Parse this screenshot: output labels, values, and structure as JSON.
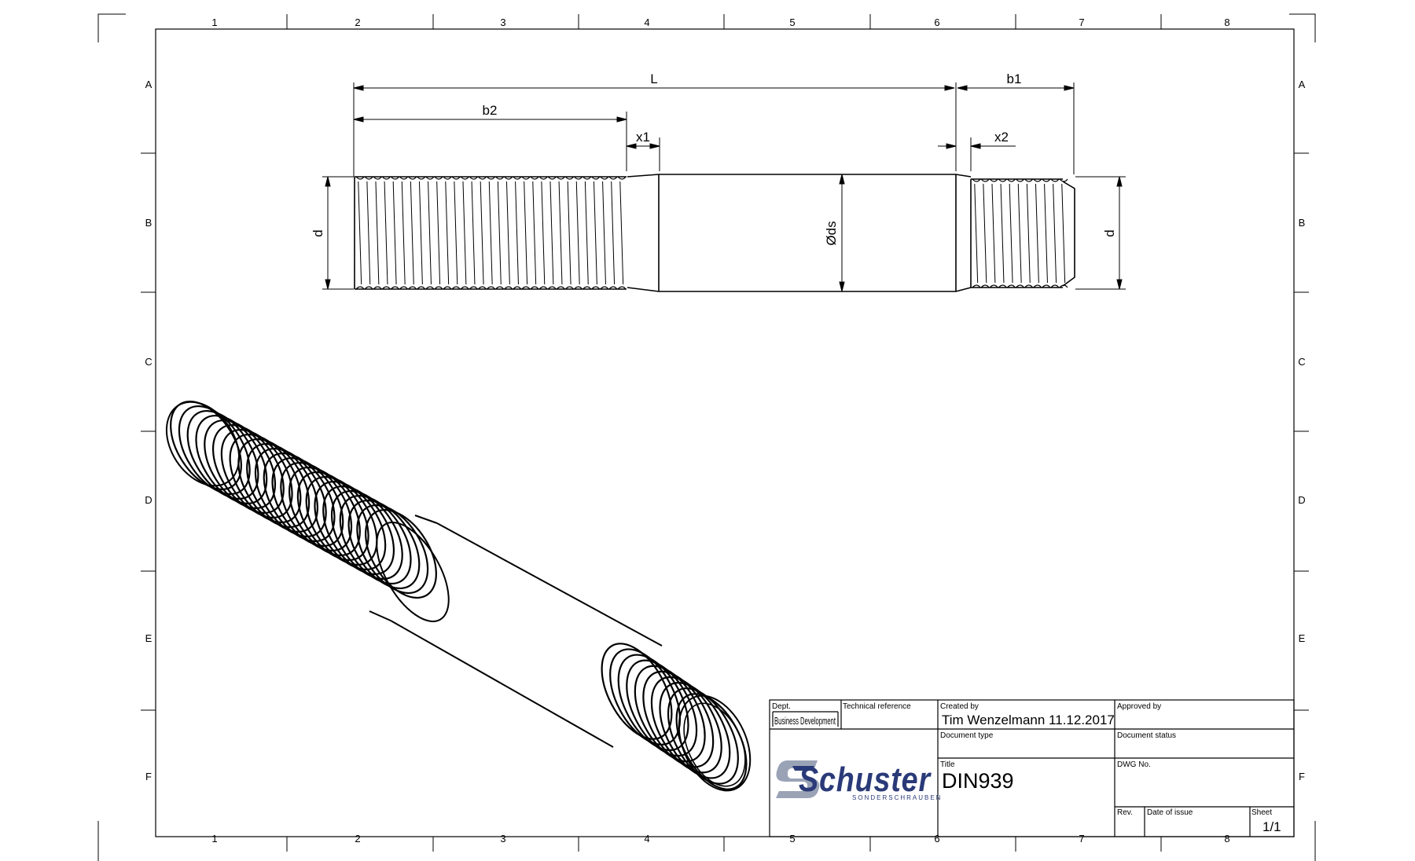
{
  "frame": {
    "columns": [
      "1",
      "2",
      "3",
      "4",
      "5",
      "6",
      "7",
      "8"
    ],
    "rows": [
      "A",
      "B",
      "C",
      "D",
      "E",
      "F"
    ]
  },
  "dimensions": {
    "L": "L",
    "b1": "b1",
    "b2": "b2",
    "x1": "x1",
    "x2": "x2",
    "d_left": "d",
    "d_right": "d",
    "ds": "Øds"
  },
  "title_block": {
    "dept_label": "Dept.",
    "dept_value": "Business Development",
    "tech_ref_label": "Technical reference",
    "created_by_label": "Created by",
    "created_by_value": "Tim Wenzelmann 11.12.2017",
    "approved_by_label": "Approved by",
    "document_type_label": "Document type",
    "document_status_label": "Document status",
    "title_label": "Title",
    "title_value": "DIN939",
    "dwg_no_label": "DWG No.",
    "rev_label": "Rev.",
    "date_of_issue_label": "Date of issue",
    "sheet_label": "Sheet",
    "sheet_value": "1/1"
  },
  "logo": {
    "name": "Schuster",
    "subtitle": "SONDERSCHRAUBEN",
    "color": "#2a3a78"
  }
}
